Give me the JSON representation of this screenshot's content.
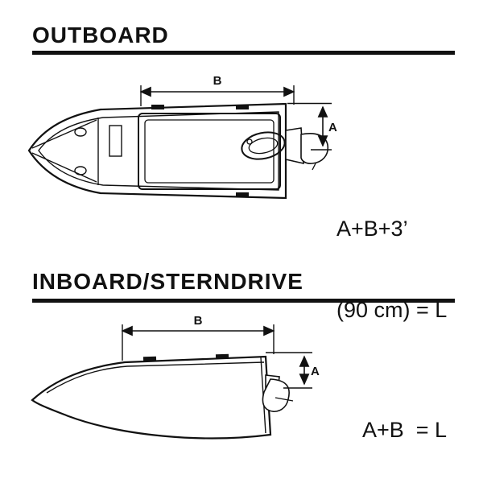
{
  "sections": {
    "outboard": {
      "title": "OUTBOARD",
      "dim_b": "B",
      "dim_a": "A",
      "formula_line1": "A+B+3’",
      "formula_line2": "(90 cm) = L"
    },
    "inboard": {
      "title": "INBOARD/STERNDRIVE",
      "dim_b": "B",
      "dim_a": "A",
      "formula": "A+B  = L"
    }
  },
  "colors": {
    "ink": "#111111",
    "background": "#ffffff"
  }
}
